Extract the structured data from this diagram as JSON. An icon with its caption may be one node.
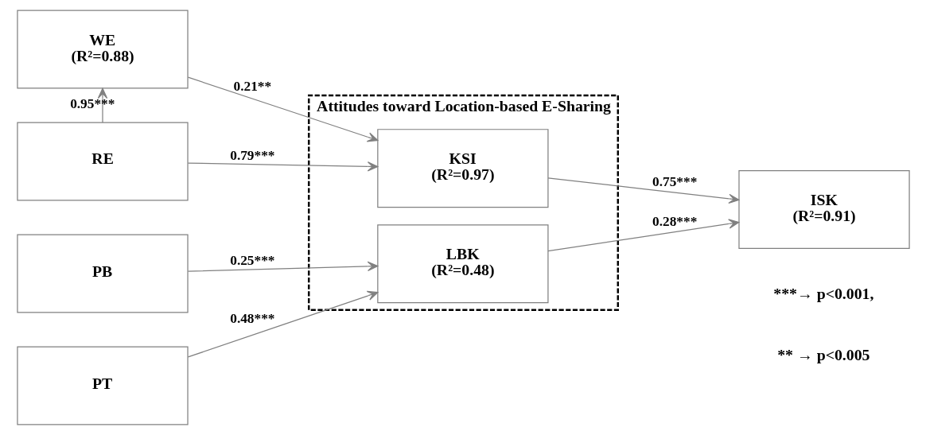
{
  "diagram": {
    "nodes": [
      {
        "text": [
          "WE",
          "(R²=0.88)"
        ]
      },
      {
        "text": [
          "RE"
        ]
      },
      {
        "text": [
          "PB"
        ]
      },
      {
        "text": [
          "PT"
        ]
      },
      {
        "text": [
          "Attitudes toward Location-based E-Sharing"
        ]
      },
      {
        "text": [
          "KSI",
          "(R²=0.97)"
        ],
        "in": 4
      },
      {
        "text": [
          "LBK",
          "(R²=0.48)"
        ],
        "in": 4
      },
      {
        "text": [
          "ISK",
          "(R²=0.91)"
        ]
      }
    ],
    "edges": [
      {
        "from": 1,
        "to": 0,
        "arrow": "to",
        "label": "0.95***"
      },
      {
        "from": 0,
        "to": 5,
        "arrow": "to",
        "label": "0.21**"
      },
      {
        "from": 1,
        "to": 5,
        "arrow": "to",
        "label": "0.79***"
      },
      {
        "from": 2,
        "to": 6,
        "arrow": "to",
        "label": "0.25***"
      },
      {
        "from": 3,
        "to": 6,
        "arrow": "to",
        "label": "0.48***"
      },
      {
        "from": 5,
        "to": 7,
        "arrow": "to",
        "label": "0.75***"
      },
      {
        "from": 6,
        "to": 7,
        "arrow": "to",
        "label": "0.28***"
      }
    ],
    "labels": [
      "***→ p<0.001,",
      "** → p<0.005"
    ]
  }
}
